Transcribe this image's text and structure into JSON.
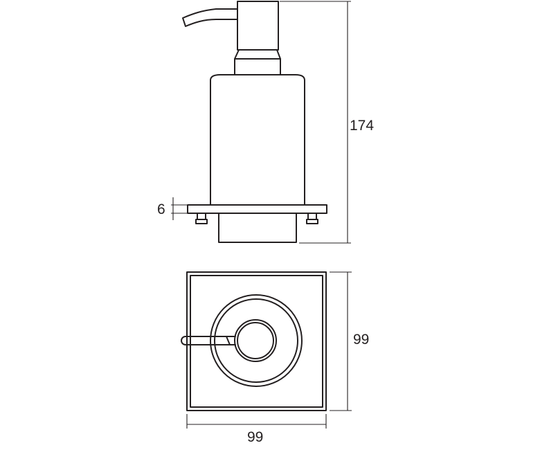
{
  "dimensions": {
    "height": "174",
    "base_thickness": "6",
    "width_top_view": "99",
    "depth_top_view": "99"
  },
  "colors": {
    "line": "#231f20",
    "background": "#ffffff"
  }
}
